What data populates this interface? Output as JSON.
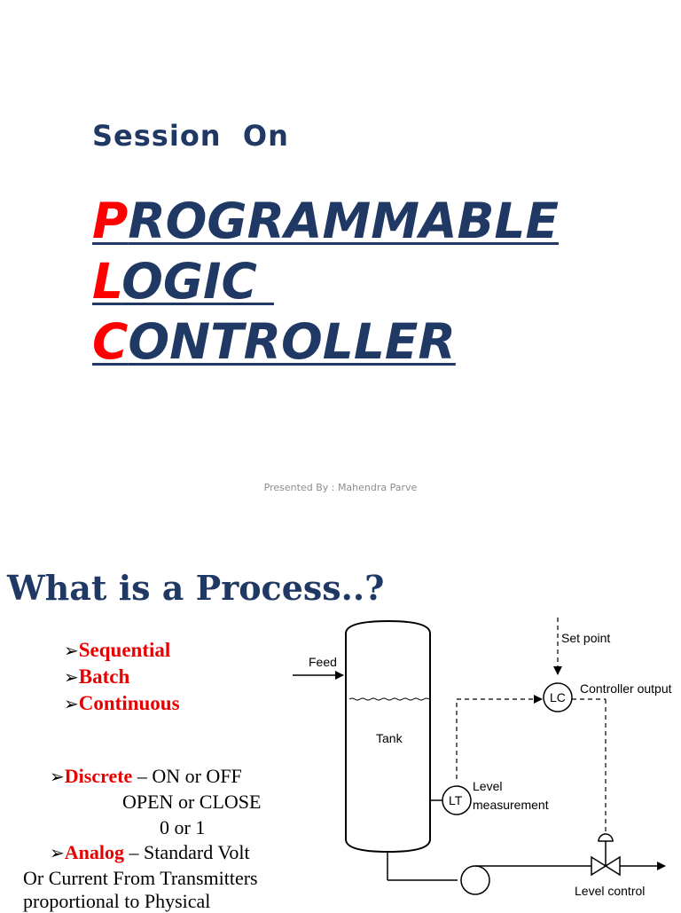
{
  "slide1": {
    "session": "Session  On",
    "title_lines": [
      {
        "first": "P",
        "rest": "ROGRAMMABLE"
      },
      {
        "first": "L",
        "rest": "OGIC "
      },
      {
        "first": "C",
        "rest": "ONTROLLER"
      }
    ],
    "presented_by": "Presented By : Mahendra Parve"
  },
  "slide2": {
    "title": "What is a Process..?",
    "types": [
      "Sequential",
      "Batch",
      "Continuous"
    ],
    "signals": {
      "discrete_label": "Discrete",
      "discrete_text": " – ON or OFF",
      "discrete_lines": [
        "OPEN or CLOSE",
        "0 or 1"
      ],
      "analog_label": "Analog",
      "analog_text": " – Standard Volt",
      "analog_lines": [
        "Or Current From Transmitters",
        "proportional to Physical"
      ]
    },
    "diagram": {
      "feed": "Feed",
      "tank": "Tank",
      "set_point": "Set point",
      "lc": "LC",
      "controller_output": "Controller output",
      "lt": "LT",
      "level": "Level",
      "measurement": "measurement",
      "level_control": "Level control"
    },
    "colors": {
      "title_navy": "#1f3864",
      "accent_red": "#e60000"
    }
  }
}
